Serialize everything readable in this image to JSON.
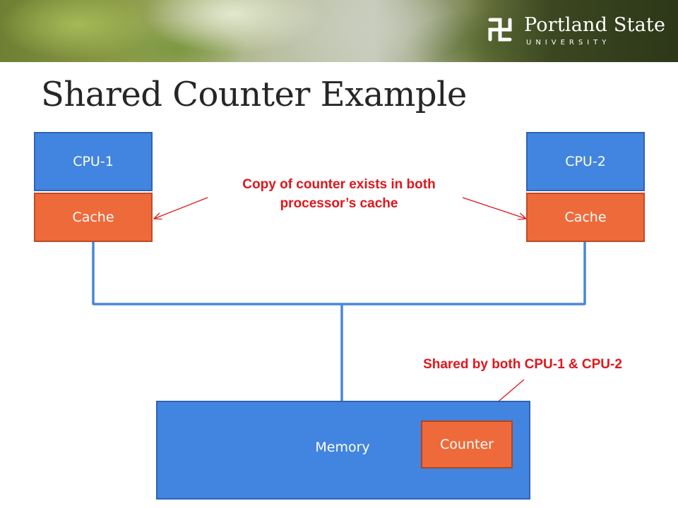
{
  "header": {
    "logo_name": "Portland State",
    "logo_sub": "UNIVERSITY"
  },
  "slide": {
    "title": "Shared Counter Example"
  },
  "diagram": {
    "cpu1": "CPU-1",
    "cpu2": "CPU-2",
    "cache1": "Cache",
    "cache2": "Cache",
    "memory": "Memory",
    "counter": "Counter"
  },
  "annotations": {
    "copy_line1": "Copy of counter exists in both",
    "copy_line2": "processor’s cache",
    "shared": "Shared by both CPU-1 & CPU-2"
  },
  "colors": {
    "cpu_blue": "#4285e0",
    "cache_orange": "#ef6a3a",
    "bus_blue": "#4a86d8",
    "annotation_red": "#e0161b",
    "title_text": "#262626"
  }
}
